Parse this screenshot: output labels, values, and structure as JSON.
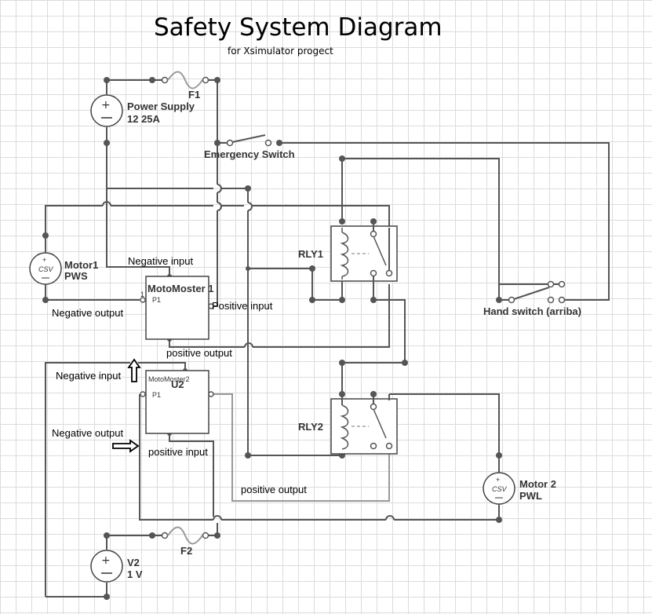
{
  "title": "Safety System Diagram",
  "subtitle": "for Xsimulator progect",
  "components": {
    "fuse1": {
      "label": "F1"
    },
    "fuse2": {
      "label": "F2"
    },
    "power_supply": {
      "name": "Power Supply",
      "rating": "12 25A"
    },
    "battery_v2": {
      "name": "V2",
      "rating": "1 V"
    },
    "emergency_switch": {
      "label": "Emergency Switch"
    },
    "hand_switch": {
      "label": "Hand switch (arriba)"
    },
    "relay1": {
      "label": "RLY1"
    },
    "relay2": {
      "label": "RLY2"
    },
    "motor1": {
      "name": "Motor1",
      "type": "PWS",
      "symbol": "CSV"
    },
    "motor2": {
      "name": "Motor 2",
      "type": "PWL",
      "symbol": "CSV"
    },
    "motomoster1": {
      "label": "MotoMoster 1",
      "pin": "P1",
      "pin_number": "1"
    },
    "motomoster2": {
      "label": "U2",
      "sublabel": "MotoMoster2",
      "pin": "P1"
    }
  },
  "annotations": {
    "mm1_negative_input": "Negative input",
    "mm1_positive_input": "Positive input",
    "mm1_negative_output": "Negative output",
    "mm1_positive_output": "positive output",
    "mm2_negative_input": "Negative input",
    "mm2_negative_output": "Negative output",
    "mm2_positive_input": "positive input",
    "mm2_positive_output": "positive output"
  }
}
